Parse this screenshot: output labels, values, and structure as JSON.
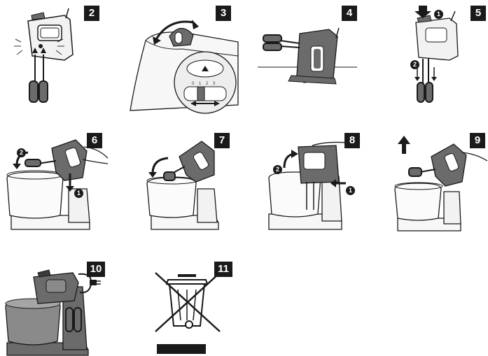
{
  "steps": [
    {
      "number": "2"
    },
    {
      "number": "3"
    },
    {
      "number": "4"
    },
    {
      "number": "5",
      "markers": [
        "1",
        "2"
      ]
    },
    {
      "number": "6",
      "markers": [
        "2",
        "1"
      ]
    },
    {
      "number": "7"
    },
    {
      "number": "8",
      "markers": [
        "2",
        "1"
      ]
    },
    {
      "number": "9"
    },
    {
      "number": "10"
    },
    {
      "number": "11"
    }
  ],
  "speed_dial": {
    "labels": [
      "0",
      "1",
      "2",
      "3"
    ]
  },
  "colors": {
    "appliance": "#6b6b6b",
    "outline": "#1a1a1a",
    "light": "#f2f2f2",
    "badge": "#1a1a1a"
  }
}
